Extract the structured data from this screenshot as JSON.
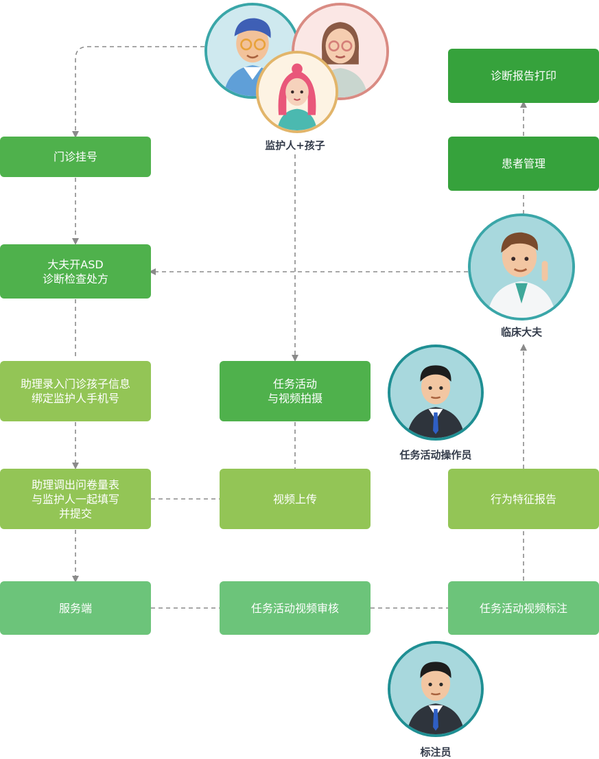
{
  "roles": {
    "guardian_child": "监护人+孩子",
    "doctor": "临床大夫",
    "task_operator": "任务活动操作员",
    "annotator": "标注员"
  },
  "boxes": {
    "registration": [
      "门诊挂号"
    ],
    "prescription": [
      "大夫开ASD",
      "诊断检查处方"
    ],
    "assistant_entry": [
      "助理录入门诊孩子信息",
      "绑定监护人手机号"
    ],
    "questionnaire": [
      "助理调出问卷量表",
      "与监护人一起填写",
      "并提交"
    ],
    "server": [
      "服务端"
    ],
    "task_shoot": [
      "任务活动",
      "与视频拍摄"
    ],
    "video_upload": [
      "视频上传"
    ],
    "video_review": [
      "任务活动视频审核"
    ],
    "report_print": [
      "诊断报告打印"
    ],
    "patient_mgmt": [
      "患者管理"
    ],
    "behavior_report": [
      "行为特征报告"
    ],
    "video_annotation": [
      "任务活动视频标注"
    ]
  },
  "colors": {
    "dark_green": "#36a23c",
    "green": "#4fb14c",
    "lime": "#93c556",
    "mint": "#6cc47a",
    "connector": "#8a8a8a",
    "avatar_ring_teal": "#3aa6a8",
    "avatar_ring_pink": "#d98b83",
    "avatar_ring_gold": "#e2b56a"
  },
  "icons": [
    "father-avatar-icon",
    "mother-avatar-icon",
    "girl-avatar-icon",
    "doctor-avatar-icon",
    "operator-avatar-icon",
    "annotator-avatar-icon"
  ]
}
